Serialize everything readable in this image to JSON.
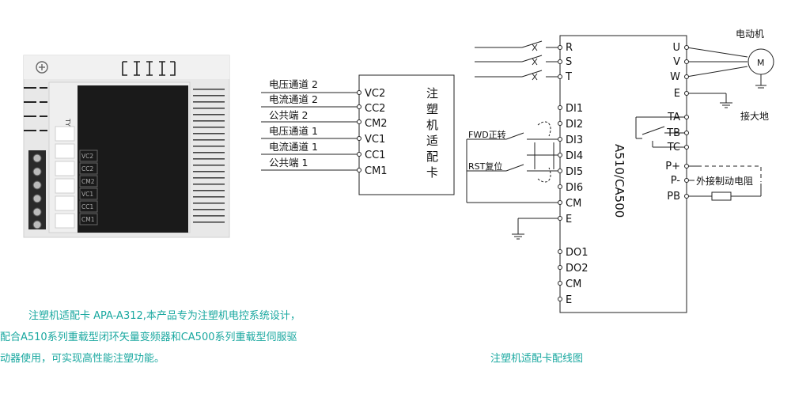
{
  "product": {
    "label_top": "TYPE-I",
    "terminals": [
      "VC2",
      "CC2",
      "CM2",
      "VC1",
      "CC1",
      "CM1"
    ]
  },
  "description": {
    "line1": "注塑机适配卡 APA-A312,本产品专为注塑机电控系统设计，",
    "line2": "配合A510系列重载型闭环矢量变频器和CA500系列重载型伺服驱",
    "line3": "动器使用，可实现高性能注塑功能。"
  },
  "caption": "注塑机适配卡配线图",
  "diagram": {
    "card_inputs": [
      "电压通道 2",
      "电流通道 2",
      "公共端 2",
      "电压通道 1",
      "电流通道 1",
      "公共端 1"
    ],
    "card_terminals": [
      "VC2",
      "CC2",
      "CM2",
      "VC1",
      "CC1",
      "CM1"
    ],
    "card_title": [
      "注",
      "塑",
      "机",
      "适",
      "配",
      "卡"
    ],
    "drive_model": "A510/CA500",
    "power_terminals": [
      "R",
      "S",
      "T"
    ],
    "di_terminals": [
      "DI1",
      "DI2",
      "DI3",
      "DI4",
      "DI5",
      "DI6",
      "CM",
      "E"
    ],
    "do_terminals": [
      "DO1",
      "DO2",
      "CM",
      "E"
    ],
    "fwd_label": "FWD正转",
    "rst_label": "RST复位",
    "output_terminals": [
      "U",
      "V",
      "W",
      "E"
    ],
    "relay_terminals": [
      "TA",
      "TB",
      "TC"
    ],
    "brake_terminals": [
      "P+",
      "P-",
      "PB"
    ],
    "motor_title": "电动机",
    "motor_symbol": "M",
    "ground_label": "接大地",
    "brake_label": "外接制动电阻"
  },
  "colors": {
    "accent_text": "#1aa8a0",
    "product_body": "#e8e8e8",
    "product_panel": "#1a1a1a"
  }
}
